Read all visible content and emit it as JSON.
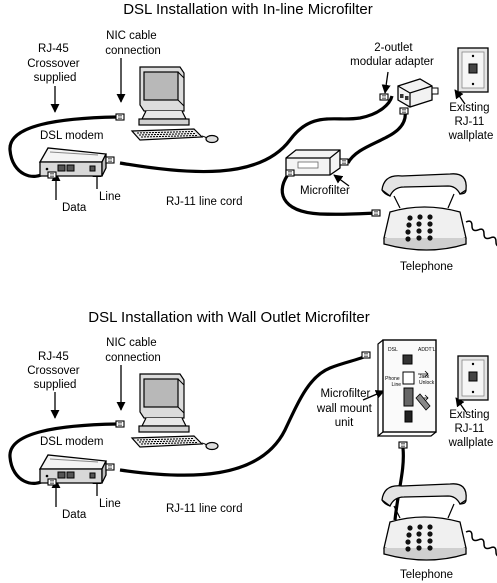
{
  "colors": {
    "ink": "#000000",
    "panel_light": "#f2f2f2",
    "panel_mid": "#cfcfcf",
    "panel_dark": "#8a8a8a",
    "screen": "#bdbdbd"
  },
  "icons": [
    "computer-icon",
    "keyboard-icon",
    "mouse-icon",
    "dsl-modem-icon",
    "telephone-icon",
    "wallplate-icon",
    "modular-adapter-icon",
    "microfilter-icon",
    "wall-mount-filter-icon"
  ],
  "inline_diagram": {
    "title": "DSL Installation with In-line Microfilter",
    "rj45_label": [
      "RJ-45",
      "Crossover",
      "supplied"
    ],
    "nic_label": [
      "NIC cable",
      "connection"
    ],
    "modem_label": "DSL modem",
    "data_label": "Data",
    "line_label": "Line",
    "cord_label": "RJ-11 line cord",
    "adapter_label": [
      "2-outlet",
      "modular adapter"
    ],
    "wallplate_label": [
      "Existing",
      "RJ-11",
      "wallplate"
    ],
    "microfilter_label": "Microfilter",
    "telephone_label": "Telephone"
  },
  "wall_diagram": {
    "title": "DSL Installation with Wall Outlet Microfilter",
    "rj45_label": [
      "RJ-45",
      "Crossover",
      "supplied"
    ],
    "nic_label": [
      "NIC cable",
      "connection"
    ],
    "modem_label": "DSL modem",
    "data_label": "Data",
    "line_label": "Line",
    "cord_label": "RJ-11 line cord",
    "unit_label": [
      "Microfilter",
      "wall mount",
      "unit"
    ],
    "unit_panel": {
      "left_port": "DSL",
      "right_port": "ADDT'L",
      "phone_text": [
        "Phone",
        "Line"
      ],
      "arrow_text": [
        "Jack",
        "Unlock"
      ]
    },
    "wallplate_label": [
      "Existing",
      "RJ-11",
      "wallplate"
    ],
    "telephone_label": "Telephone"
  }
}
